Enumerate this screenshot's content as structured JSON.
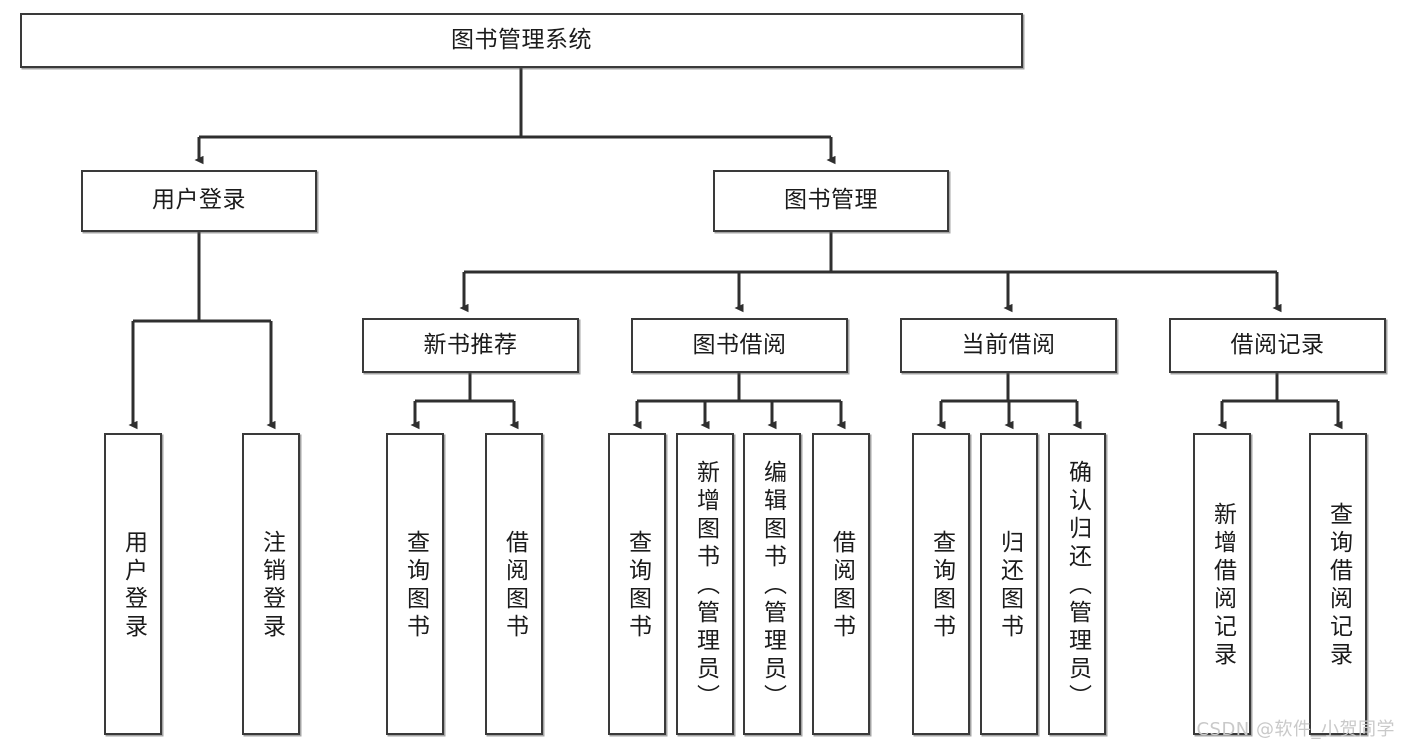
{
  "diagram": {
    "type": "tree-hierarchy",
    "title": "图书管理系统",
    "root": {
      "label": "图书管理系统",
      "orientation": "horizontal"
    },
    "level2": [
      {
        "label": "用户登录",
        "orientation": "horizontal"
      },
      {
        "label": "图书管理",
        "orientation": "horizontal"
      }
    ],
    "level3": [
      {
        "label": "新书推荐",
        "orientation": "horizontal"
      },
      {
        "label": "图书借阅",
        "orientation": "horizontal"
      },
      {
        "label": "当前借阅",
        "orientation": "horizontal"
      },
      {
        "label": "借阅记录",
        "orientation": "horizontal"
      }
    ],
    "leaves": [
      {
        "label": "用户登录",
        "orientation": "vertical",
        "parent": "用户登录"
      },
      {
        "label": "注销登录",
        "orientation": "vertical",
        "parent": "用户登录"
      },
      {
        "label": "查询图书",
        "orientation": "vertical",
        "parent": "新书推荐"
      },
      {
        "label": "借阅图书",
        "orientation": "vertical",
        "parent": "新书推荐"
      },
      {
        "label": "查询图书",
        "orientation": "vertical",
        "parent": "图书借阅"
      },
      {
        "label": "新增图书（管理员）",
        "orientation": "vertical",
        "parent": "图书借阅"
      },
      {
        "label": "编辑图书（管理员）",
        "orientation": "vertical",
        "parent": "图书借阅"
      },
      {
        "label": "借阅图书",
        "orientation": "vertical",
        "parent": "图书借阅"
      },
      {
        "label": "查询图书",
        "orientation": "vertical",
        "parent": "当前借阅"
      },
      {
        "label": "归还图书",
        "orientation": "vertical",
        "parent": "当前借阅"
      },
      {
        "label": "确认归还（管理员）",
        "orientation": "vertical",
        "parent": "当前借阅"
      },
      {
        "label": "新增借阅记录",
        "orientation": "vertical",
        "parent": "借阅记录"
      },
      {
        "label": "查询借阅记录",
        "orientation": "vertical",
        "parent": "借阅记录"
      }
    ],
    "colors": {
      "stroke": "#3a3a3a",
      "fill": "#ffffff",
      "text": "#1b1b1b",
      "watermark": "#c9c9c9"
    }
  },
  "watermark": {
    "text": "CSDN @软件_小贺同学"
  }
}
